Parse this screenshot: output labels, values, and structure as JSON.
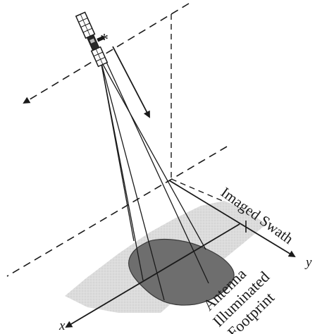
{
  "labels": {
    "swath": "Imaged Swath",
    "footprint_line1": "Antenna",
    "footprint_line2": "Illuminated",
    "footprint_line3": "Footprint",
    "axis_x": "x",
    "axis_y": "y",
    "nadir_marker": "*"
  },
  "colors": {
    "ink": "#1a1a1a",
    "swath_fill": "#dedede",
    "footprint_fill": "#6e6e6e",
    "background": "#ffffff"
  }
}
